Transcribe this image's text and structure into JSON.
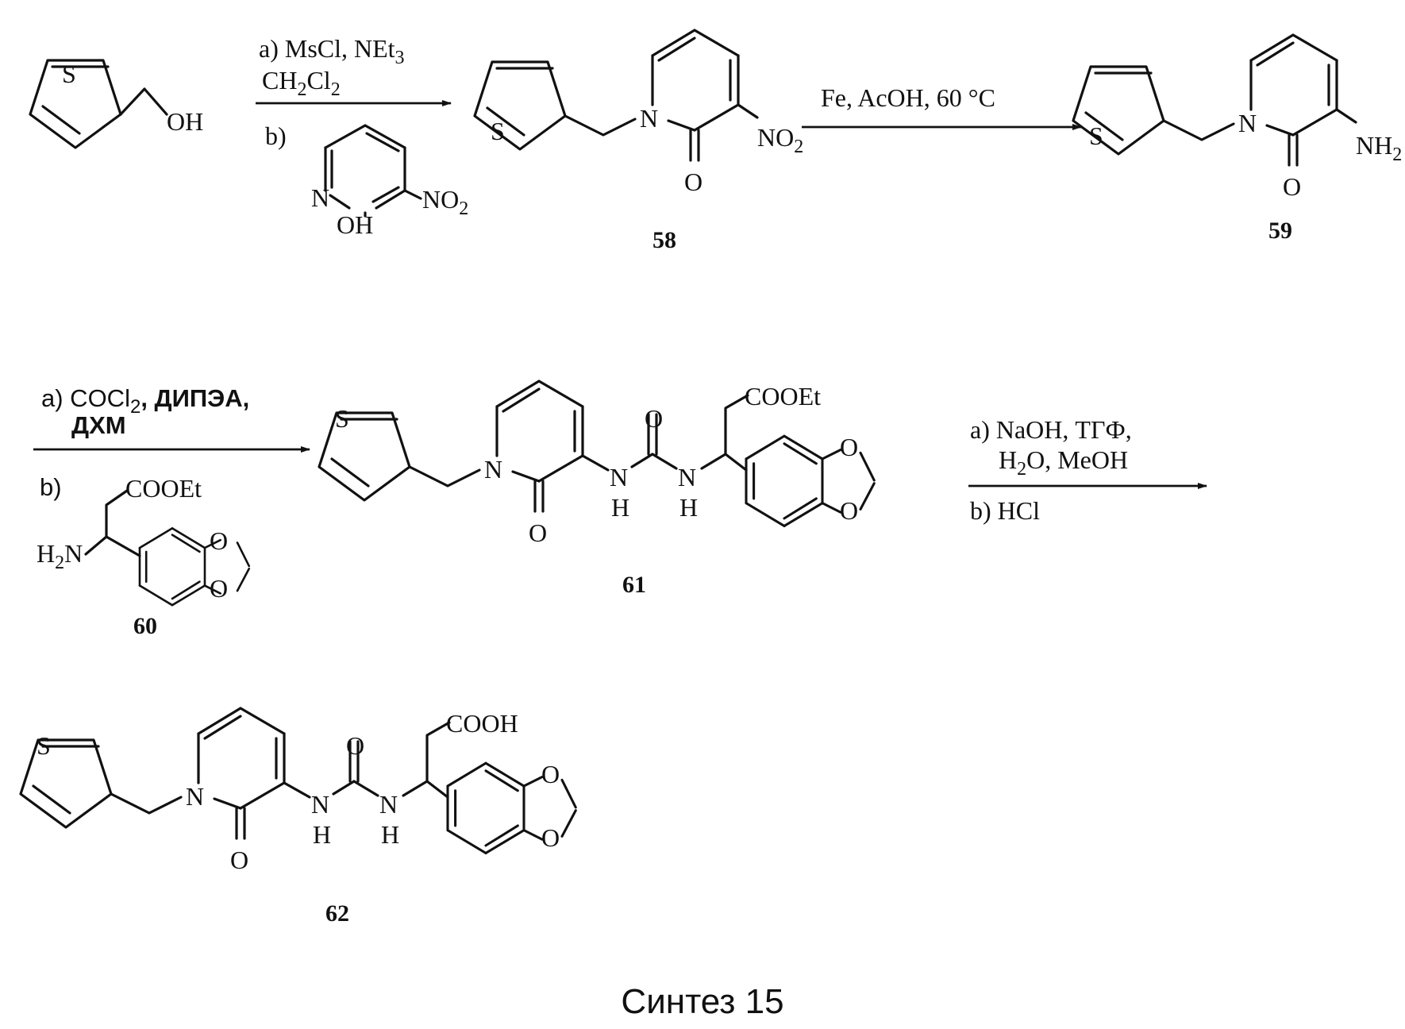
{
  "labels": {
    "S": "S",
    "N": "N",
    "O": "O",
    "H": "H",
    "OH": "OH",
    "NO": "NO",
    "NH": "NH",
    "two": "2",
    "COOEt": "COOEt",
    "COOH": "COOH",
    "H2N_H": "H",
    "H2N_2": "2",
    "H2N_N": "N"
  },
  "step1": {
    "a_line1": "a) MsCl, NEt",
    "a_line1_sub": "3",
    "a_line2_pre": "CH",
    "a_line2_sub1": "2",
    "a_line2_mid": "Cl",
    "a_line2_sub2": "2",
    "b_label": "b)"
  },
  "step2": {
    "conditions": "Fe, AcOH, 60 °C"
  },
  "step3": {
    "a_line1_pre": "a) COCl",
    "a_line1_sub": "2",
    "a_line1_post": ", ДИПЭА,",
    "a_line2": "ДХМ",
    "b_label": "b)"
  },
  "step4": {
    "a_line1": "a) NaOH, ТГФ,",
    "a_line2_pre": "H",
    "a_line2_sub": "2",
    "a_line2_post": "O, MeOH",
    "b_line": "b) HCl"
  },
  "compounds": {
    "c58": "58",
    "c59": "59",
    "c60": "60",
    "c61": "61",
    "c62": "62"
  },
  "caption": "Синтез 15"
}
